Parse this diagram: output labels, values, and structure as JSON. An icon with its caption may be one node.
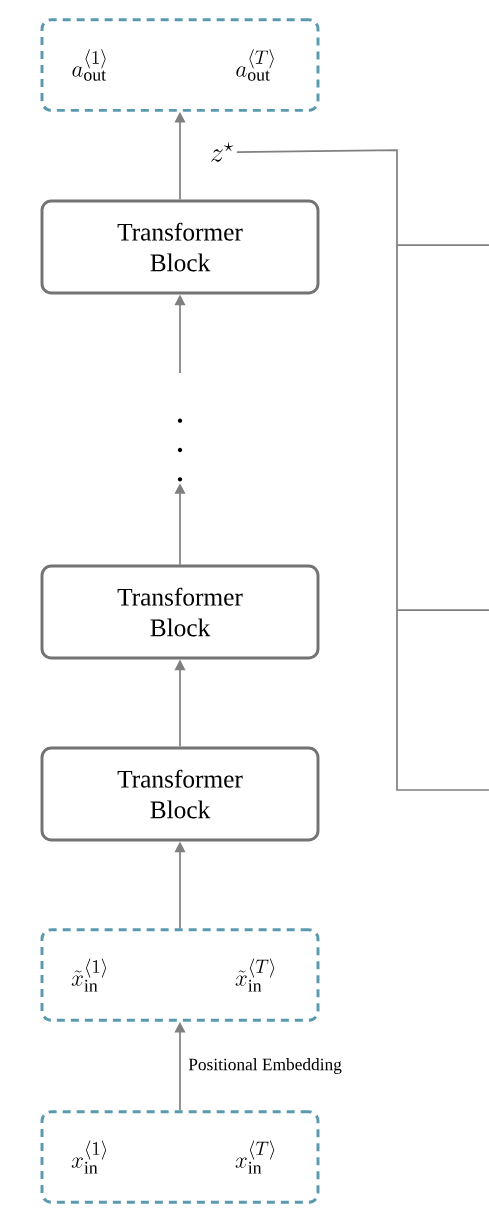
{
  "diagram": {
    "nodes": [
      {
        "text": [
          "a_{\\mathrm{out}}^{\\langle 1\\rangle}",
          "a_{\\mathrm{out}}^{\\langle T\\rangle}"
        ]
      },
      {
        "text": [
          "z^{\\star}"
        ]
      },
      {
        "text": [
          "Transformer Block"
        ]
      },
      {
        "text": [
          "\\vdots"
        ]
      },
      {
        "text": [
          "Transformer Block"
        ]
      },
      {
        "text": [
          "Transformer Block"
        ]
      },
      {
        "text": [
          "\\tilde{x}_{\\mathrm{in}}^{\\langle 1\\rangle}",
          "\\tilde{x}_{\\mathrm{in}}^{\\langle T\\rangle}"
        ]
      },
      {
        "text": [
          "x_{\\mathrm{in}}^{\\langle 1\\rangle}",
          "x_{\\mathrm{in}}^{\\langle T\\rangle}"
        ]
      }
    ],
    "edges": [
      {
        "from": 7,
        "to": 6,
        "arrow": "to",
        "label": "Positional Embedding"
      },
      {
        "from": 6,
        "to": 5,
        "arrow": "to"
      },
      {
        "from": 5,
        "to": 4,
        "arrow": "to"
      },
      {
        "from": 4,
        "to": 3,
        "arrow": "to"
      },
      {
        "from": 3,
        "to": 2,
        "arrow": "to"
      },
      {
        "from": 2,
        "to": 0,
        "arrow": "to"
      },
      {
        "from": 1,
        "to": null,
        "arrow": "none"
      }
    ]
  }
}
